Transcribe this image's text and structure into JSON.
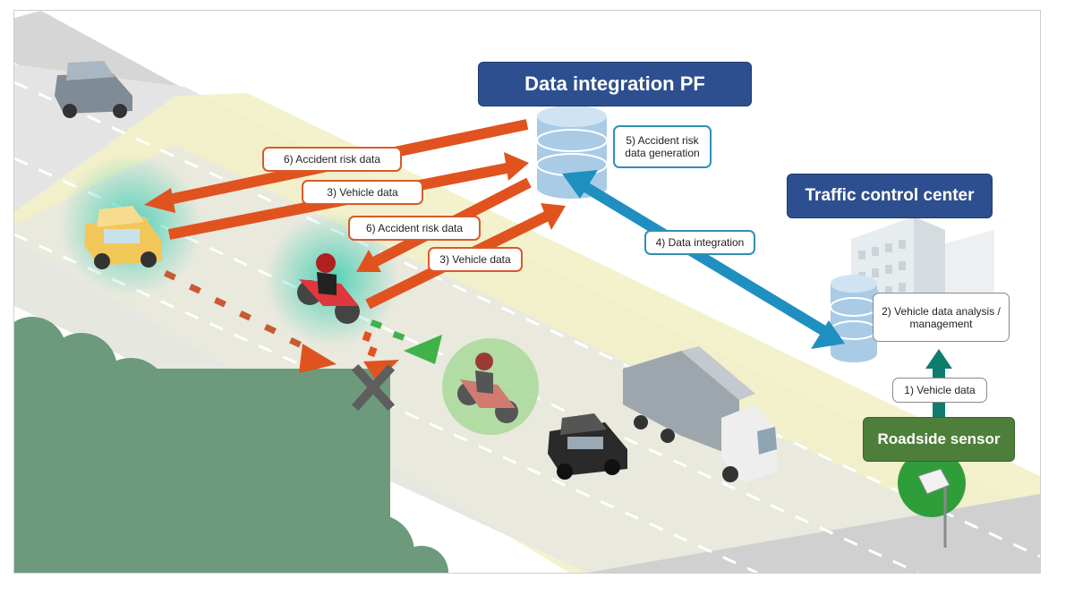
{
  "headers": {
    "data_integration_pf": "Data integration PF",
    "traffic_control_center": "Traffic control center",
    "roadside_sensor": "Roadside sensor"
  },
  "labels": {
    "accident_risk_data_top": "6) Accident risk data",
    "vehicle_data_car": "3) Vehicle data",
    "accident_risk_data_moto": "6) Accident risk data",
    "vehicle_data_moto": "3) Vehicle data",
    "accident_risk_generation": "5) Accident risk data generation",
    "data_integration": "4) Data integration",
    "vehicle_data_analysis": "2) Vehicle data analysis / management",
    "sensor_vehicle_data": "1) Vehicle data"
  },
  "colors": {
    "flow_orange": "#e0531f",
    "integration_teal": "#1f8fc0",
    "sensor_teal": "#0f7d6e",
    "header_blue": "#2e4f8f",
    "header_green": "#4d7f3b",
    "road_gray": "#dcdcdc",
    "lane_yellow": "#f3f1c8",
    "tree_green": "#6d9a7c"
  },
  "icons": [
    "database-icon",
    "car-icon",
    "motorcycle-icon",
    "truck-icon",
    "building-icon",
    "sensor-icon",
    "collision-x-icon"
  ]
}
